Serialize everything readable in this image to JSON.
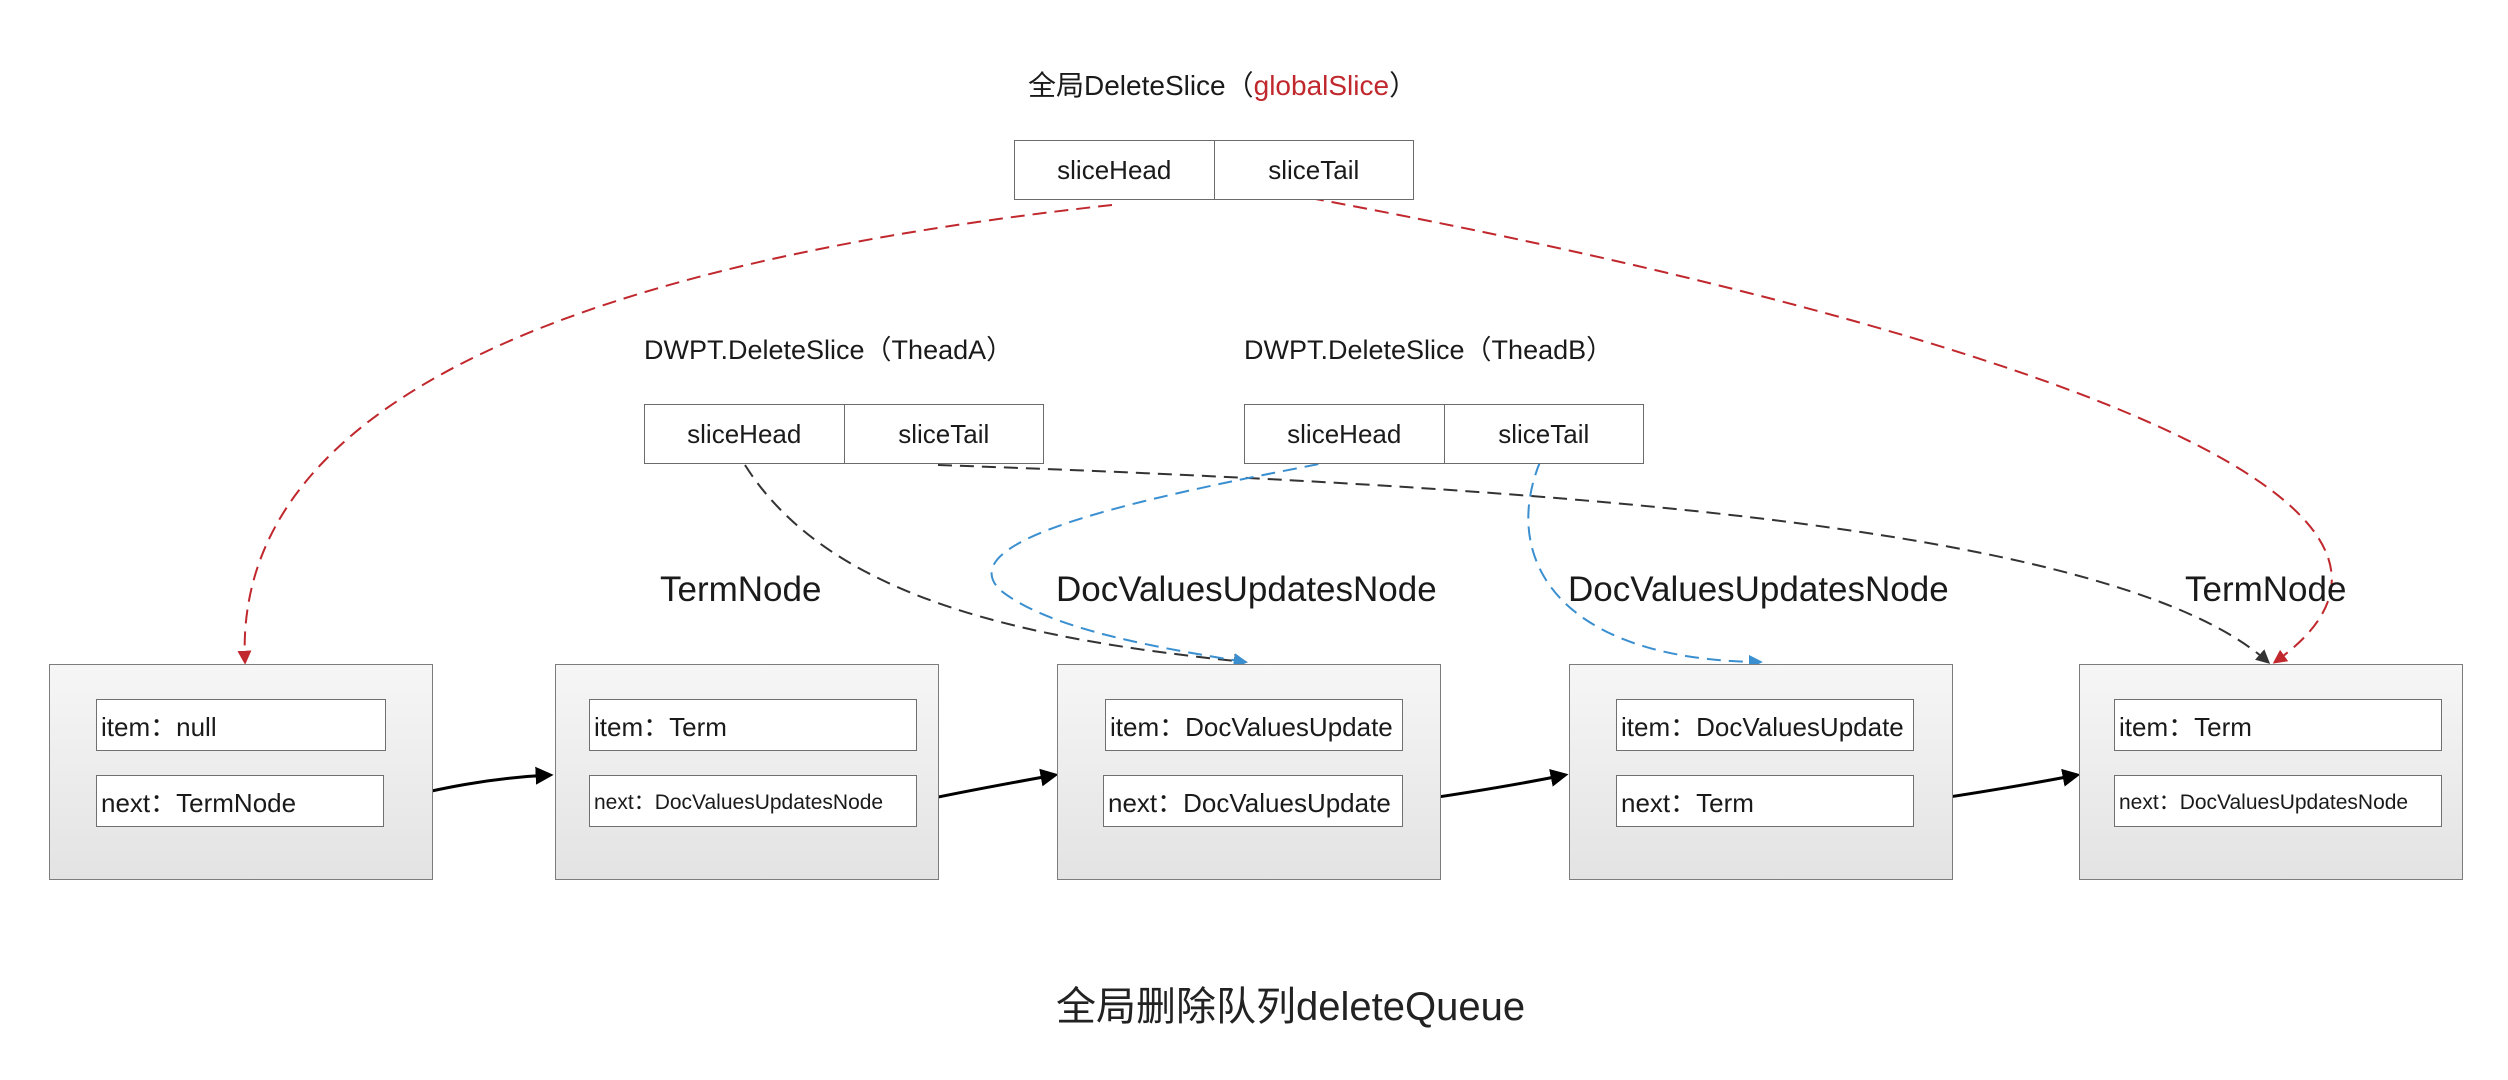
{
  "global": {
    "title_prefix": "全局DeleteSlice（",
    "title_highlight": "globalSlice",
    "title_suffix": "）",
    "slice_head": "sliceHead",
    "slice_tail": "sliceTail"
  },
  "threadA": {
    "title": "DWPT.DeleteSlice（TheadA）",
    "slice_head": "sliceHead",
    "slice_tail": "sliceTail"
  },
  "threadB": {
    "title": "DWPT.DeleteSlice（TheadB）",
    "slice_head": "sliceHead",
    "slice_tail": "sliceTail"
  },
  "nodes": [
    {
      "label": "",
      "item": "item：null",
      "next": "next：TermNode"
    },
    {
      "label": "TermNode",
      "item": "item：Term",
      "next": "next：DocValuesUpdatesNode"
    },
    {
      "label": "DocValuesUpdatesNode",
      "item": "item：DocValuesUpdate",
      "next": "next：DocValuesUpdate"
    },
    {
      "label": "DocValuesUpdatesNode",
      "item": "item：DocValuesUpdate",
      "next": "next：Term"
    },
    {
      "label": "TermNode",
      "item": "item：Term",
      "next": "next：DocValuesUpdatesNode"
    }
  ],
  "caption": "全局删除队列deleteQueue",
  "colors": {
    "global_pointer": "#c0282d",
    "threadA_pointer": "#333333",
    "threadB_pointer": "#3a8fd0",
    "next_arrow": "#000000"
  }
}
